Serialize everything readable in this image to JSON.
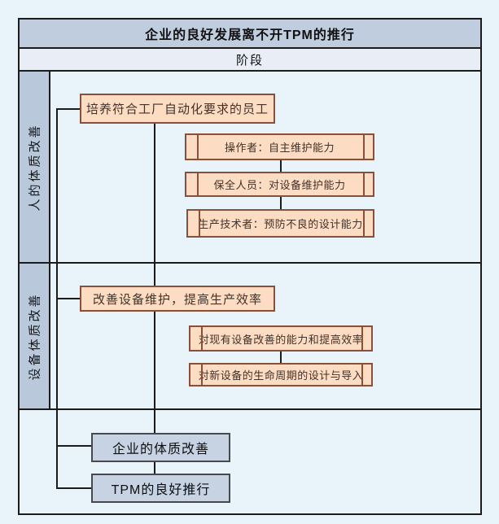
{
  "title": "企业的良好发展离不开TPM的推行",
  "stage_label": "阶段",
  "sections": [
    {
      "side_label": "人的体质改善",
      "main_box": "培养符合工厂自动化要求的员工",
      "sub_boxes": [
        "操作者：自主维护能力",
        "保全人员：对设备维护能力",
        "生产技术者：预防不良的设计能力"
      ]
    },
    {
      "side_label": "设备体质改善",
      "main_box": "改善设备维护，提高生产效率",
      "sub_boxes": [
        "对现有设备改善的能力和提高效率",
        "对新设备的生命周期的设计与导入"
      ]
    }
  ],
  "results": [
    "企业的体质改善",
    "TPM的良好推行"
  ],
  "colors": {
    "bg": "#e8f4f9",
    "line": "#1c1c1c",
    "header_fill": "#bfcdde",
    "subheader_fill": "#e9eef6",
    "sidebar_fill": "#b9c8db",
    "orange_fill": "#fcdcc2",
    "orange_border": "#8a4f38",
    "orange_text": "#42322a",
    "blue_fill": "#c7d3e2",
    "blue_border": "#47494d"
  }
}
